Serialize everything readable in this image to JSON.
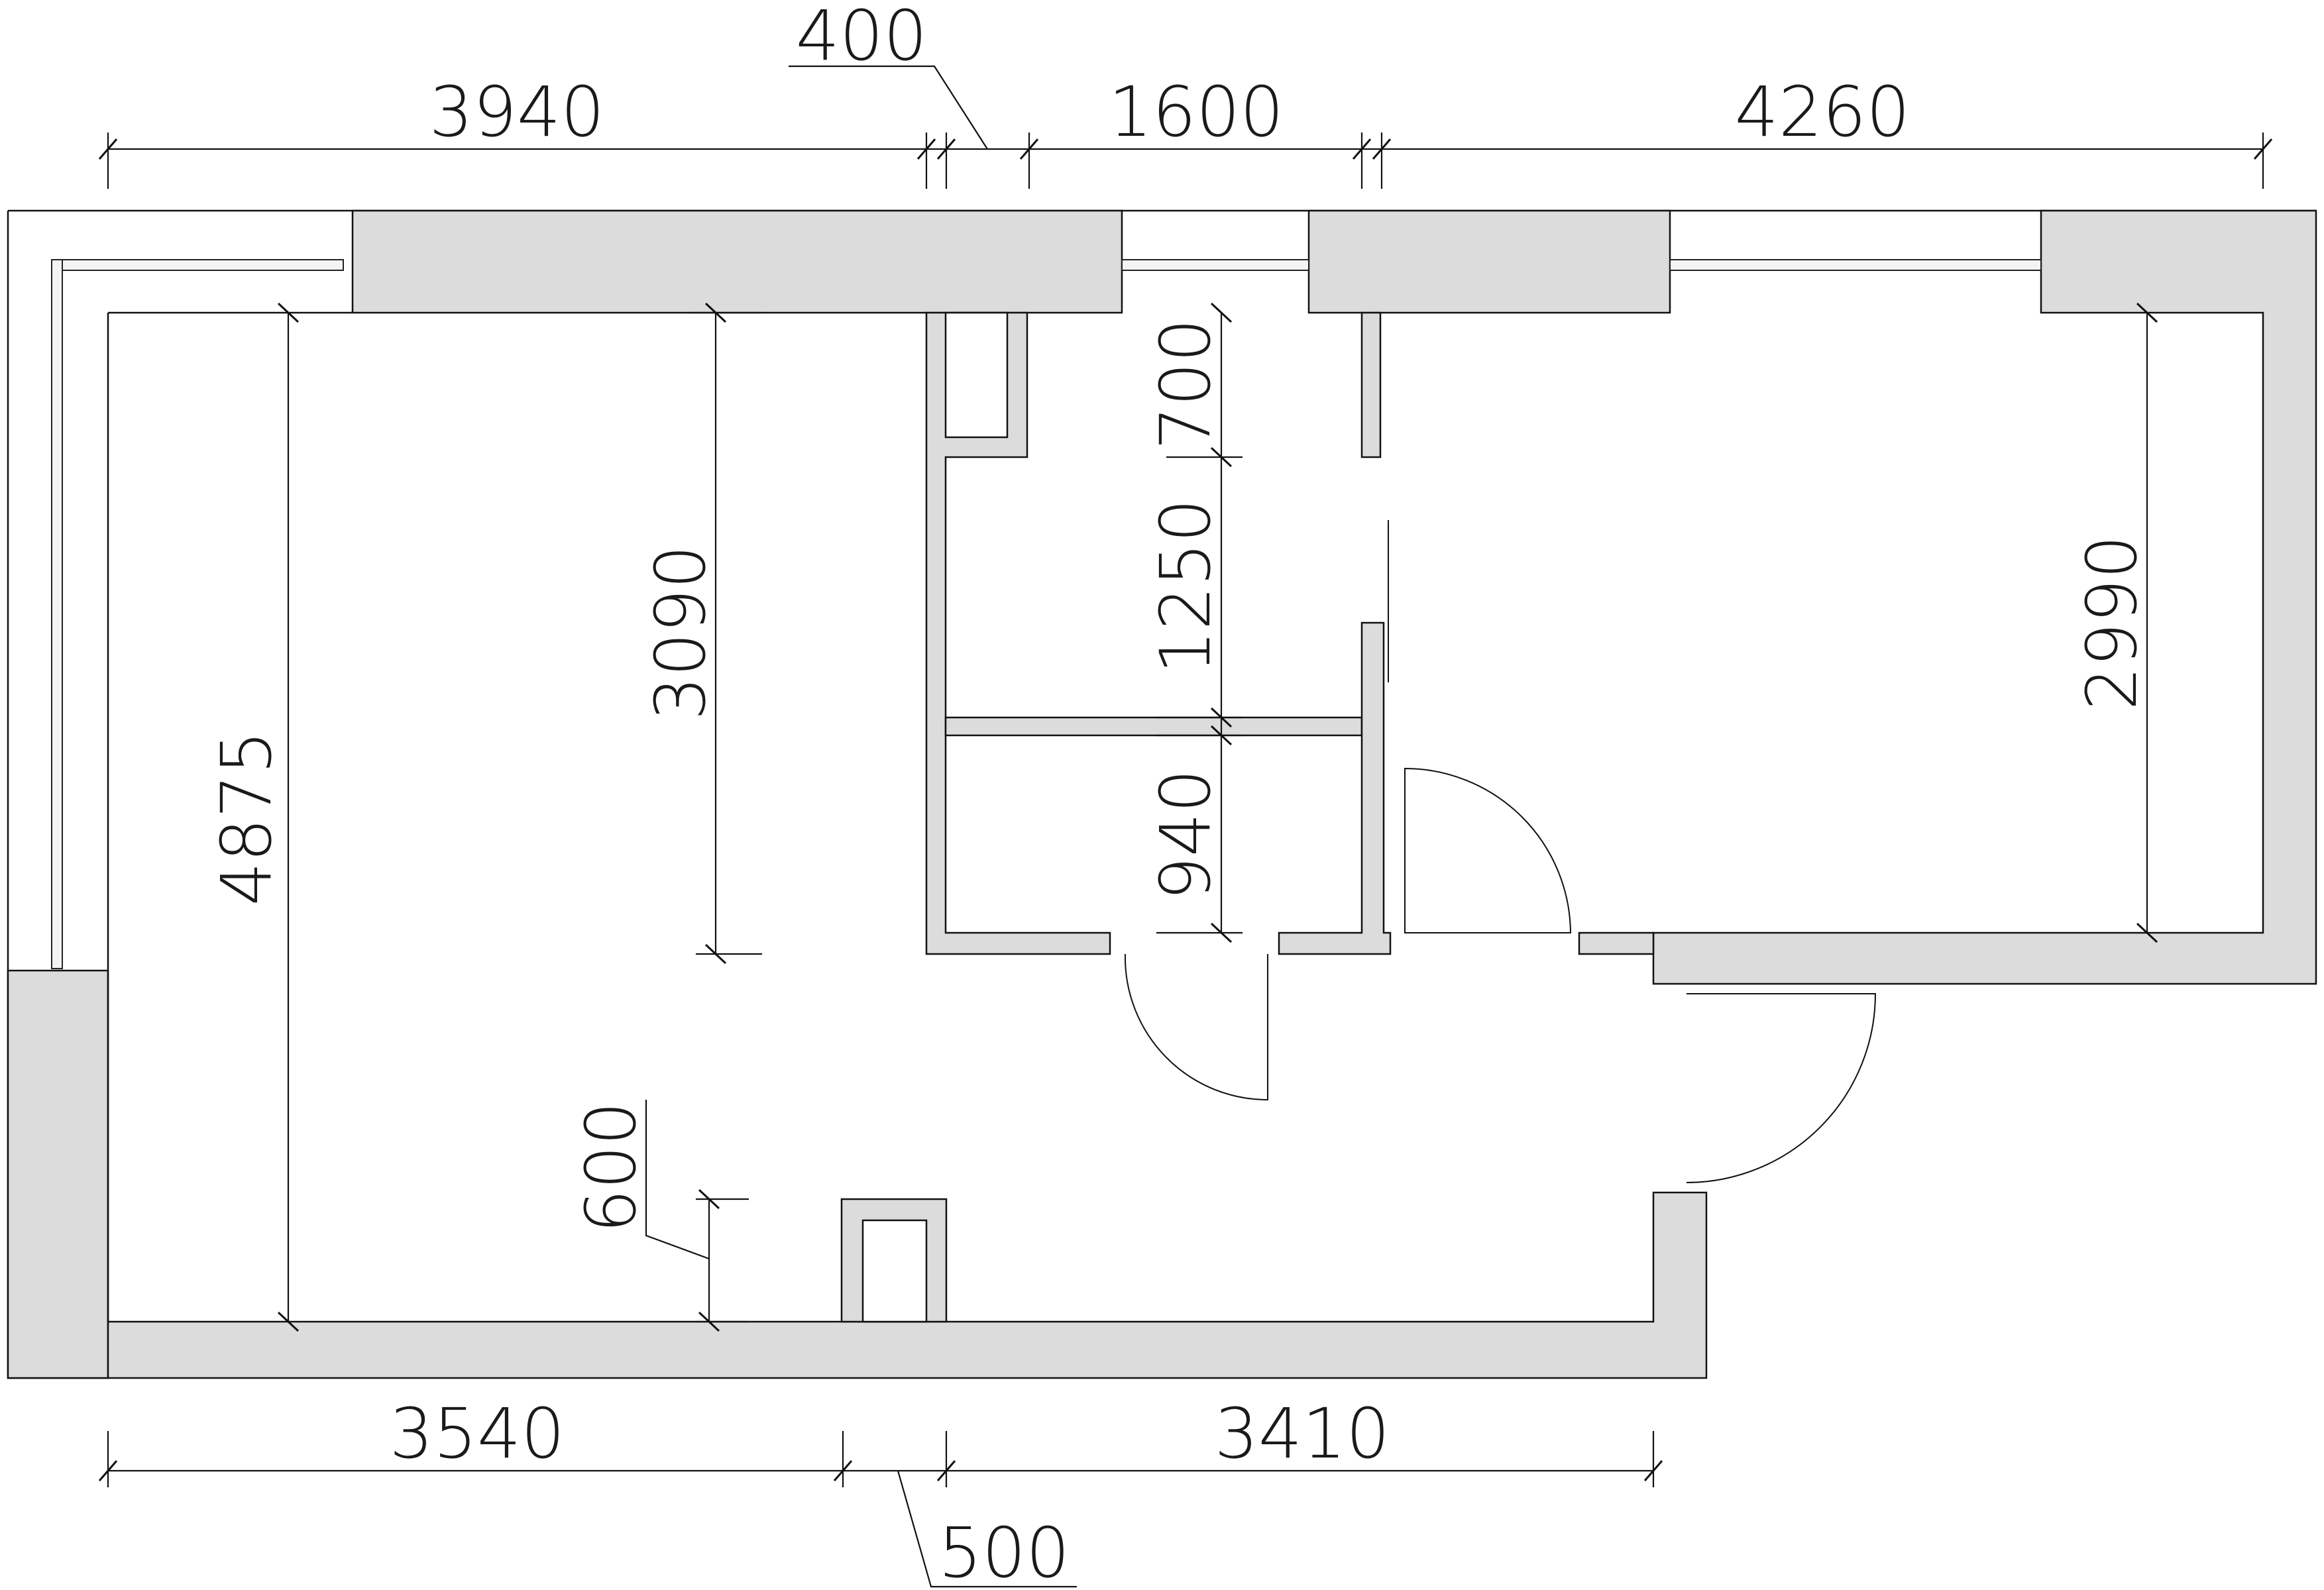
{
  "plan": {
    "title": "",
    "wall_fill": "#dcdcdc",
    "line_color": "#111111",
    "dimensions": {
      "top_left": "3940",
      "top_leader": "400",
      "top_middle": "1600",
      "top_right": "4260",
      "bottom_left": "3540",
      "bottom_leader": "500",
      "bottom_right": "3410",
      "left_height": "4875",
      "living_height": "3090",
      "corridor_top": "700",
      "corridor_mid": "1250",
      "corridor_bottom": "940",
      "right_height": "2990",
      "niche_height": "600"
    }
  }
}
